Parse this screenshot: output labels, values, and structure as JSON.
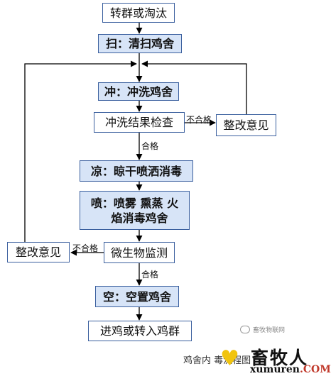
{
  "steps": {
    "transfer": "转群或淘汰",
    "sweep": "扫：清扫鸡舍",
    "rinse": "冲：冲洗鸡舍",
    "inspect": "冲洗结果检查",
    "dry_spray": "凉：晾干喷洒消毒",
    "spray_line1": "喷：喷雾 熏蒸 火",
    "spray_line2": "焰消毒鸡舍",
    "micro": "微生物监测",
    "empty": "空：空置鸡舍",
    "enter": "进鸡或转入鸡群"
  },
  "fix": {
    "right": "整改意见",
    "left": "整改意见"
  },
  "edge_labels": {
    "fail_right": "不合格",
    "pass_1": "合格",
    "fail_left": "不合格",
    "pass_2": "合格"
  },
  "caption": "鸡舍内      毒流程图",
  "watermark": {
    "wechat": "畜牧物联网",
    "logo_cn": "畜牧人",
    "logo_en": "xumuren",
    "logo_com": ".COM"
  },
  "colors": {
    "border": "#3a5f9e",
    "highlight_fill": "#d7e4f7",
    "line": "#000000"
  }
}
